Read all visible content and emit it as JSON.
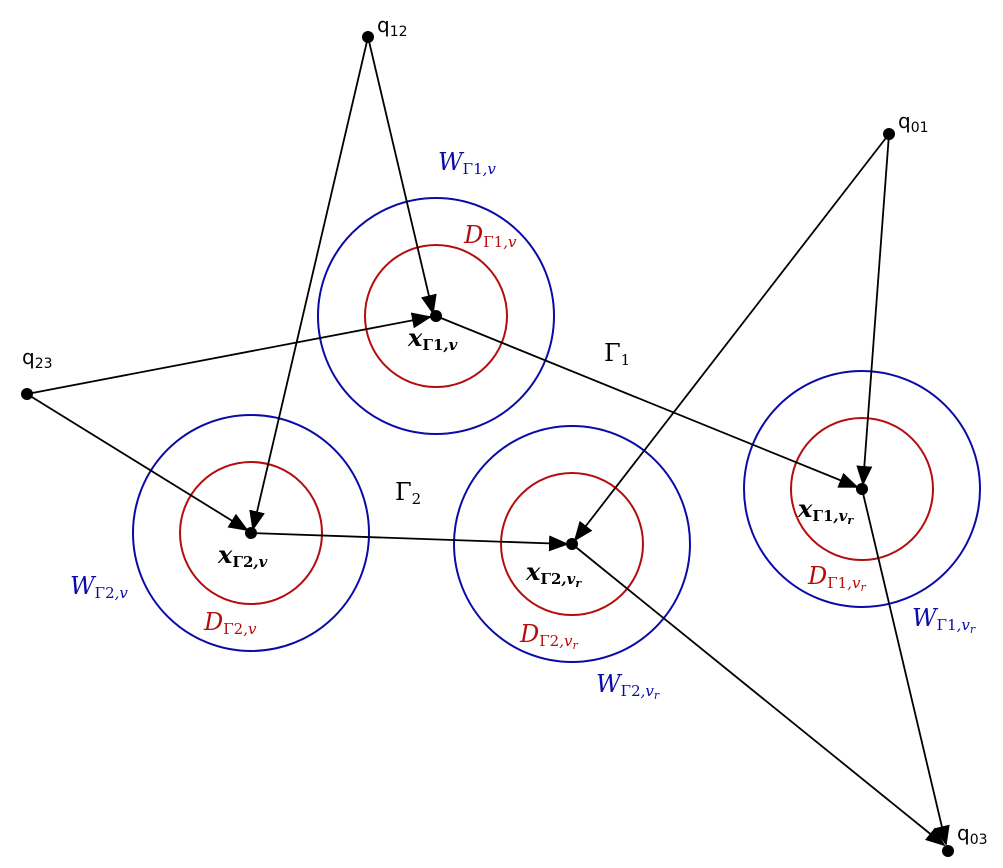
{
  "points": {
    "q12": {
      "label": "q",
      "sub": "12"
    },
    "q01": {
      "label": "q",
      "sub": "01"
    },
    "q23": {
      "label": "q",
      "sub": "23"
    },
    "q03": {
      "label": "q",
      "sub": "03"
    }
  },
  "paths": {
    "gamma1": {
      "label": "Γ",
      "sub": "1"
    },
    "gamma2": {
      "label": "Γ",
      "sub": "2"
    }
  },
  "nodes": {
    "x_g1_v": {
      "main": "x",
      "sub": "Γ",
      "sub_idx": "1",
      "sub_tail": ",v",
      "sub_tail2": ""
    },
    "x_g1_vr": {
      "main": "x",
      "sub": "Γ",
      "sub_idx": "1",
      "sub_tail": ",v",
      "sub_tail2": "r"
    },
    "x_g2_v": {
      "main": "x",
      "sub": "Γ",
      "sub_idx": "2",
      "sub_tail": ",v",
      "sub_tail2": ""
    },
    "x_g2_vr": {
      "main": "x",
      "sub": "Γ",
      "sub_idx": "2",
      "sub_tail": ",v",
      "sub_tail2": "r"
    }
  },
  "regions": {
    "W_g1_v": {
      "main": "W",
      "sub": "Γ",
      "sub_idx": "1",
      "sub_tail": ",v",
      "sub_tail2": ""
    },
    "D_g1_v": {
      "main": "D",
      "sub": "Γ",
      "sub_idx": "1",
      "sub_tail": ",v",
      "sub_tail2": ""
    },
    "W_g1_vr": {
      "main": "W",
      "sub": "Γ",
      "sub_idx": "1",
      "sub_tail": ",v",
      "sub_tail2": "r"
    },
    "D_g1_vr": {
      "main": "D",
      "sub": "Γ",
      "sub_idx": "1",
      "sub_tail": ",v",
      "sub_tail2": "r"
    },
    "W_g2_v": {
      "main": "W",
      "sub": "Γ",
      "sub_idx": "2",
      "sub_tail": ",v",
      "sub_tail2": ""
    },
    "D_g2_v": {
      "main": "D",
      "sub": "Γ",
      "sub_idx": "2",
      "sub_tail": ",v",
      "sub_tail2": ""
    },
    "W_g2_vr": {
      "main": "W",
      "sub": "Γ",
      "sub_idx": "2",
      "sub_tail": ",v",
      "sub_tail2": "r"
    },
    "D_g2_vr": {
      "main": "D",
      "sub": "Γ",
      "sub_idx": "2",
      "sub_tail": ",v",
      "sub_tail2": "r"
    }
  },
  "colors": {
    "outer_ring": "#0a0aa8",
    "inner_ring": "#b30d0d",
    "edges": "#000000"
  }
}
